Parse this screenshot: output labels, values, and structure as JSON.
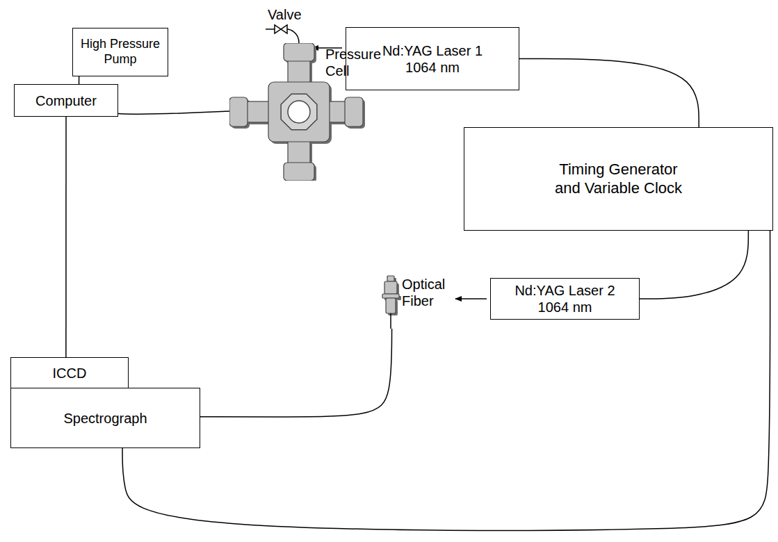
{
  "diagram": {
    "nodes": [
      {
        "text": [
          "High Pressure Pump"
        ]
      },
      {
        "text": [
          "Nd:YAG Laser 1 1064 nm"
        ]
      },
      {
        "text": [
          "Pressure Cell"
        ]
      },
      {
        "text": [
          "Computer"
        ]
      },
      {
        "text": [
          "Timing Generator and Variable Clock"
        ]
      },
      {
        "text": [
          "Optical Fiber"
        ]
      },
      {
        "text": [
          "Nd:YAG Laser 2 1064 nm"
        ]
      },
      {
        "text": [
          "ICCD"
        ]
      },
      {
        "text": [
          "Spectrograph"
        ]
      }
    ],
    "edges": [
      {
        "from": 0,
        "to": 2,
        "arrow": "none"
      },
      {
        "from": 1,
        "to": 4,
        "arrow": "none"
      },
      {
        "from": 4,
        "to": 6,
        "arrow": "none"
      },
      {
        "from": 4,
        "to": 8,
        "arrow": "none"
      },
      {
        "from": 3,
        "to": 7,
        "arrow": "none"
      },
      {
        "from": 5,
        "to": 8,
        "arrow": "none"
      }
    ],
    "labels": [
      "Valve"
    ]
  }
}
